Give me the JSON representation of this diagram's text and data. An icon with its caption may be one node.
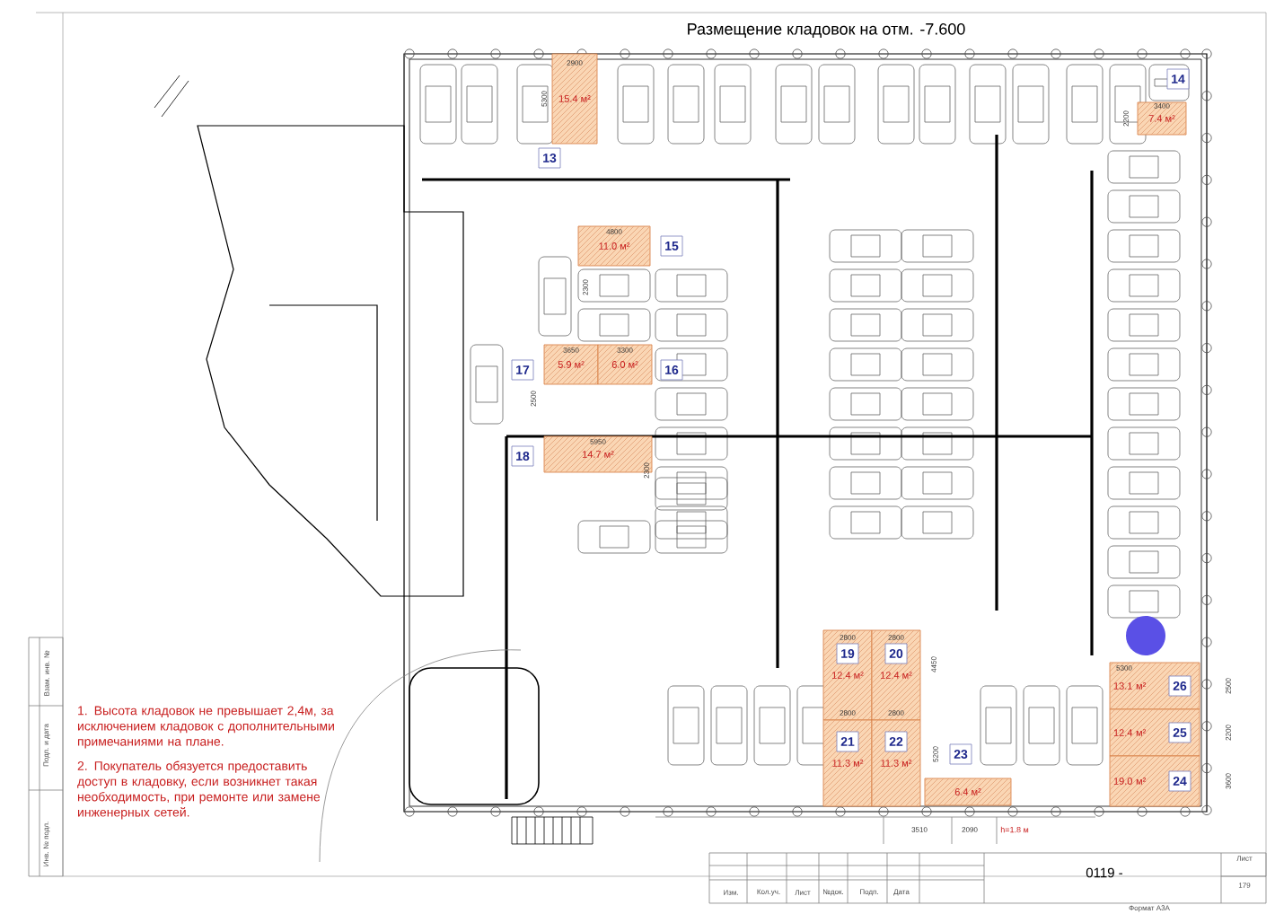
{
  "diagram": {
    "title": "Размещение кладовок на отм. -7.600",
    "nodes": [
      {
        "text": [
          "15.4 м²"
        ]
      },
      {
        "text": [
          "13"
        ]
      },
      {
        "text": [
          "14"
        ]
      },
      {
        "text": [
          "7.4 м²"
        ]
      },
      {
        "text": [
          "11.0 м²"
        ]
      },
      {
        "text": [
          "15"
        ]
      },
      {
        "text": [
          "17"
        ]
      },
      {
        "text": [
          "5.9 м²"
        ]
      },
      {
        "text": [
          "6.0 м²"
        ]
      },
      {
        "text": [
          "16"
        ]
      },
      {
        "text": [
          "18"
        ]
      },
      {
        "text": [
          "14.7 м²"
        ]
      },
      {
        "text": [
          "12.4 м²"
        ]
      },
      {
        "text": [
          "19"
        ],
        "in": 12
      },
      {
        "text": [
          "12.4 м²"
        ]
      },
      {
        "text": [
          "20"
        ],
        "in": 14
      },
      {
        "text": [
          "11.3 м²"
        ]
      },
      {
        "text": [
          "21"
        ],
        "in": 16
      },
      {
        "text": [
          "11.3 м²"
        ]
      },
      {
        "text": [
          "22"
        ],
        "in": 18
      },
      {
        "text": [
          "23"
        ]
      },
      {
        "text": [
          "6.4 м²"
        ]
      },
      {
        "text": [
          "13.1 м²"
        ]
      },
      {
        "text": [
          "26"
        ],
        "in": 22
      },
      {
        "text": [
          "12.4 м²"
        ]
      },
      {
        "text": [
          "25"
        ],
        "in": 24
      },
      {
        "text": [
          "19.0 м²"
        ]
      },
      {
        "text": [
          "24"
        ],
        "in": 26
      }
    ],
    "labels": [
      "2900",
      "5300",
      "3400",
      "2200",
      "4800",
      "2300",
      "3650",
      "3300",
      "2500",
      "5950",
      "2300",
      "2800",
      "2800",
      "4450",
      "2800",
      "2800",
      "5200",
      "5300",
      "2500",
      "2200",
      "3600",
      "3510",
      "2090",
      "h=1.8 м",
      "1. Высота кладовок не превышает 2,4м, за исключением кладовок с дополнительными примечаниями на плане.",
      "2. Покупатель обязуется предоставить доступ в кладовку, если возникнет такая необходимость, при ремонте или замене инженерных сетей.",
      "Изм.",
      "Кол.уч.",
      "Лист",
      "№док.",
      "Подп.",
      "Дата",
      "0119 -",
      "Лист",
      "179",
      "Формат А3А",
      "Взам. инв. №",
      "Подп. и дата",
      "Инв. № подл."
    ]
  }
}
